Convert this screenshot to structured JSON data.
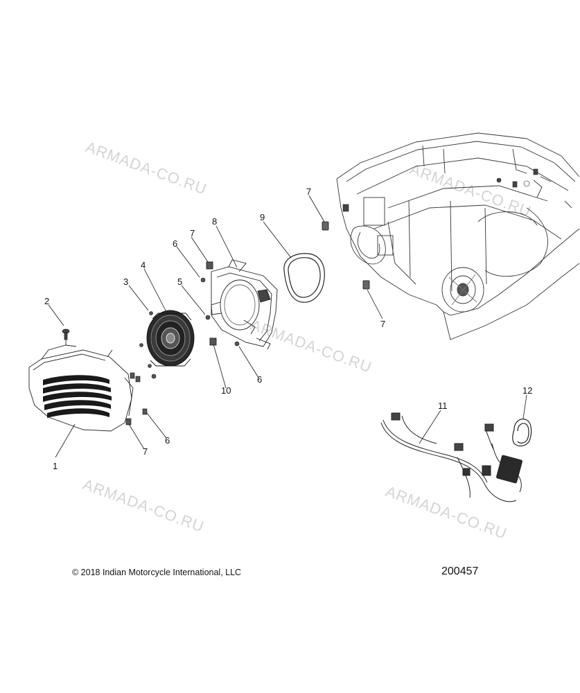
{
  "watermarks": [
    "ARMADA-CO.RU",
    "ARMADA-CO.RU",
    "ARMADA-CO.RU",
    "ARMADA-CO.RU",
    "ARMADA-CO.RU"
  ],
  "callouts": {
    "c1": "1",
    "c2": "2",
    "c3": "3",
    "c4": "4",
    "c5": "5",
    "c6a": "6",
    "c6b": "6",
    "c6c": "6",
    "c7a": "7",
    "c7b": "7",
    "c7c": "7",
    "c7d": "7",
    "c8": "8",
    "c9": "9",
    "c10": "10",
    "c11": "11",
    "c12": "12"
  },
  "footer": {
    "copyright": "© 2018 Indian Motorcycle International, LLC",
    "drawing_number": "200457"
  }
}
